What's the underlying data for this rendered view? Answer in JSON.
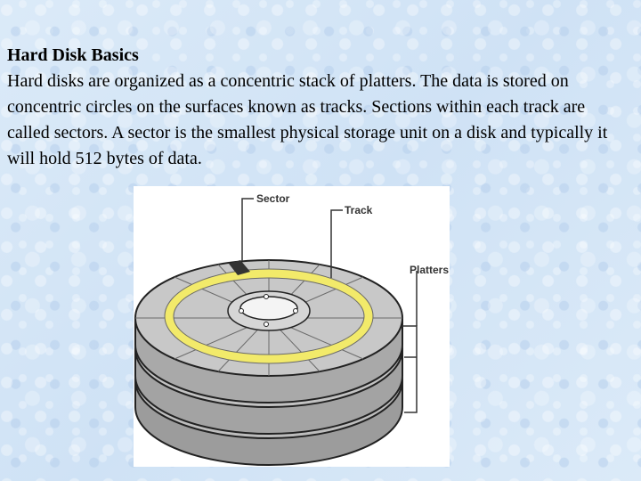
{
  "slide": {
    "title": "Hard Disk Basics",
    "body": "Hard disks are organized as a concentric stack of platters. The data is stored on concentric circles on the surfaces known as tracks. Sections within each track are called sectors. A sector is the smallest physical storage unit on a disk and typically it will hold 512 bytes of data."
  },
  "diagram": {
    "labels": {
      "sector": "Sector",
      "track": "Track",
      "platters": "Platters"
    },
    "colors": {
      "platter_top": "#c8c8c8",
      "platter_side": "#a9a9a9",
      "track": "#f2ea6a",
      "sector_fill": "#333333"
    }
  }
}
